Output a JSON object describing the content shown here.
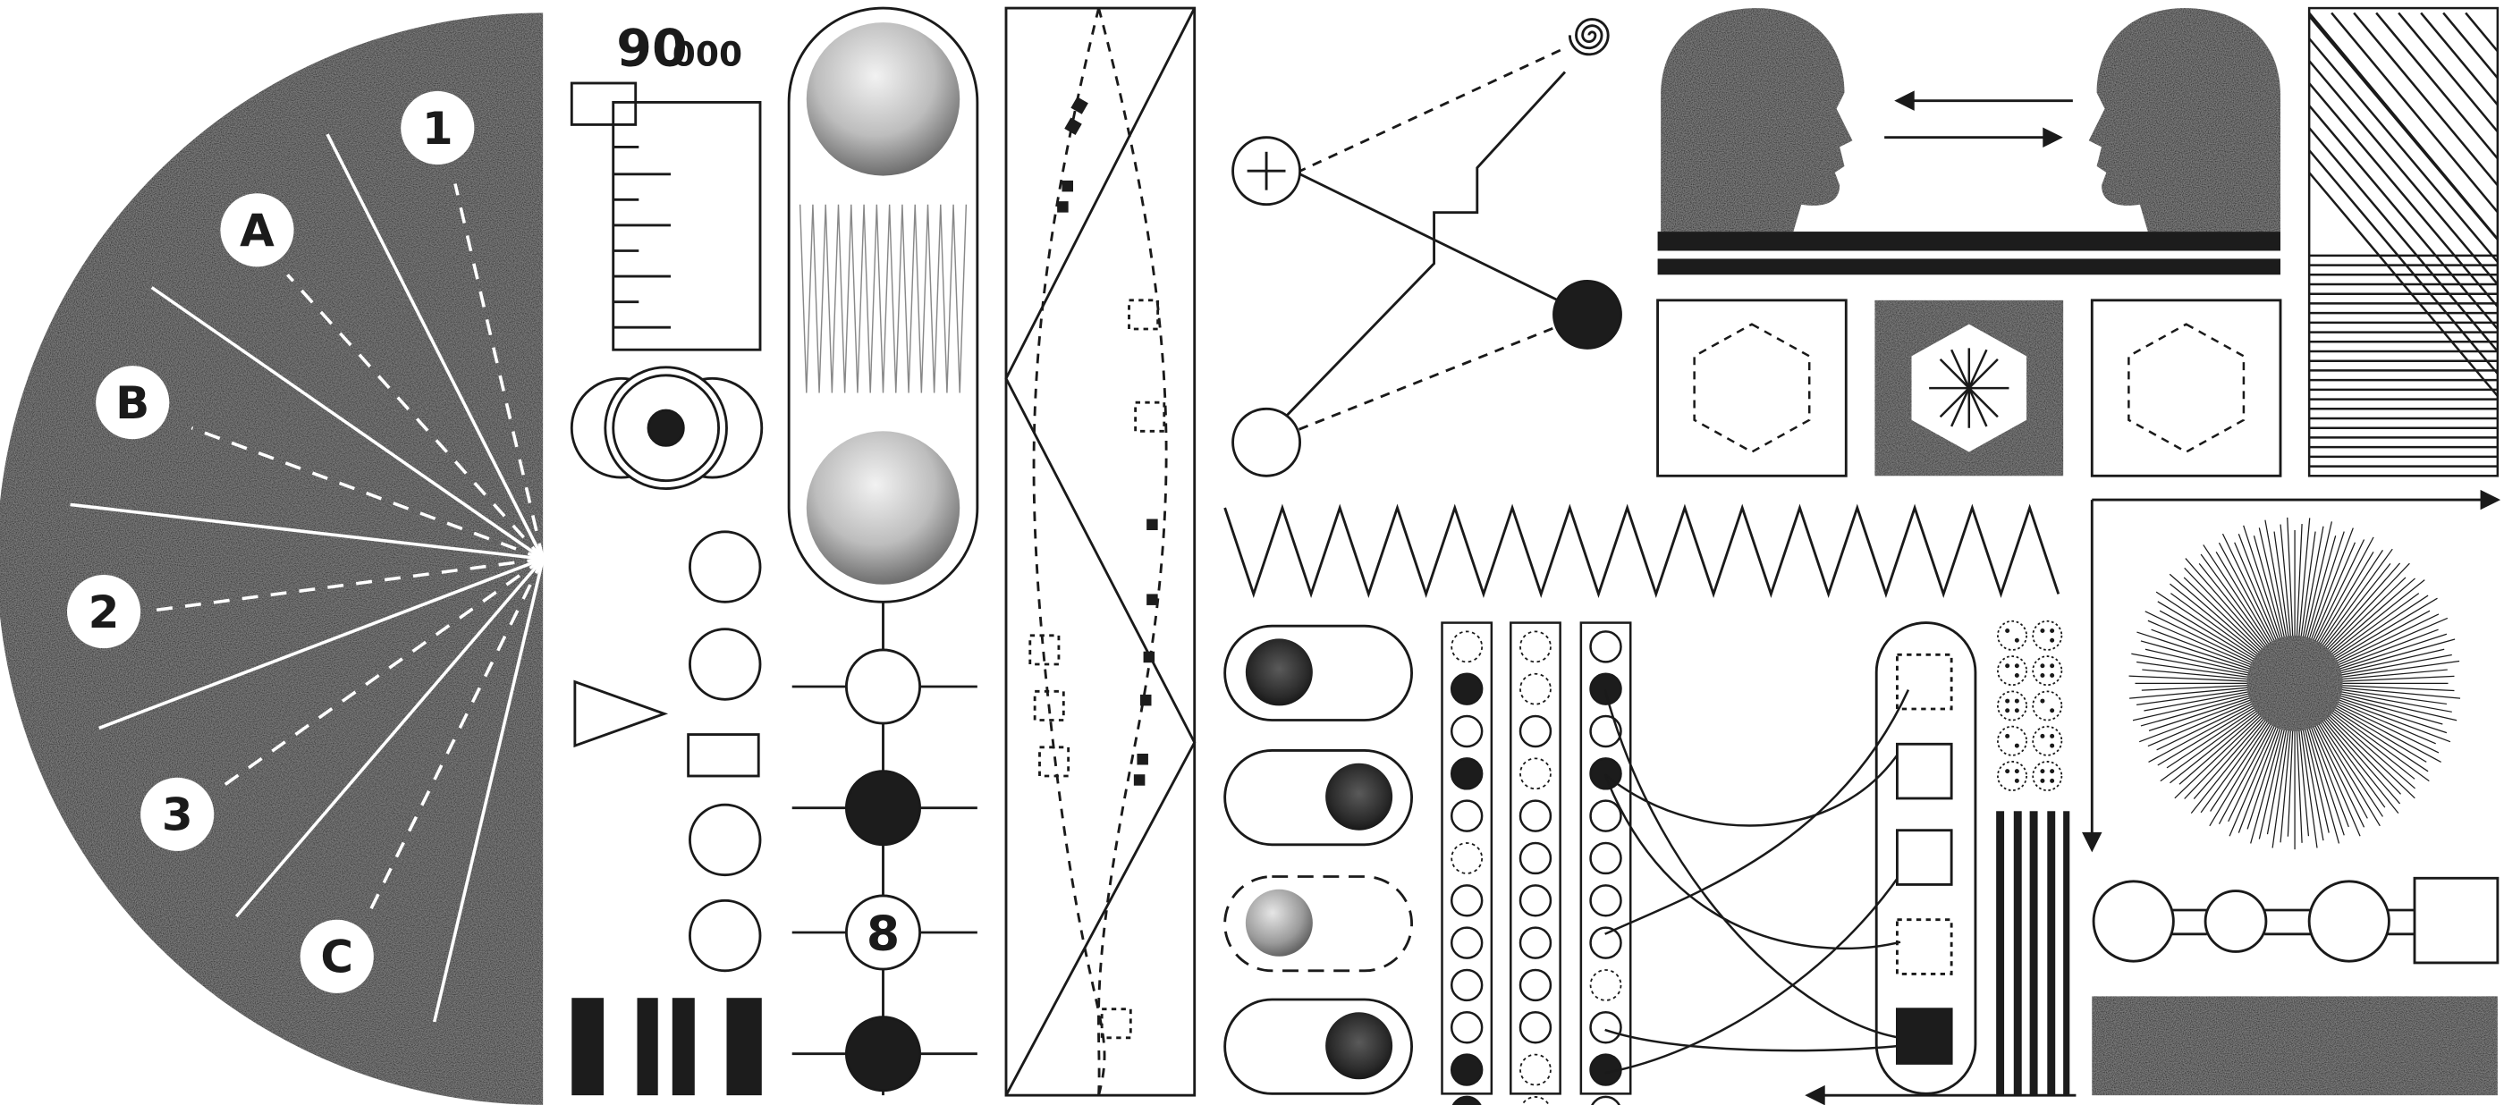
{
  "fan": {
    "labels": [
      "1",
      "A",
      "B",
      "2",
      "3",
      "C"
    ]
  },
  "counter": {
    "main": "90",
    "suffix": "000"
  },
  "node": {
    "label": "8"
  },
  "colors": {
    "ink": "#1a1a1a",
    "paper": "#ffffff",
    "grey": "#8a8a8a"
  }
}
